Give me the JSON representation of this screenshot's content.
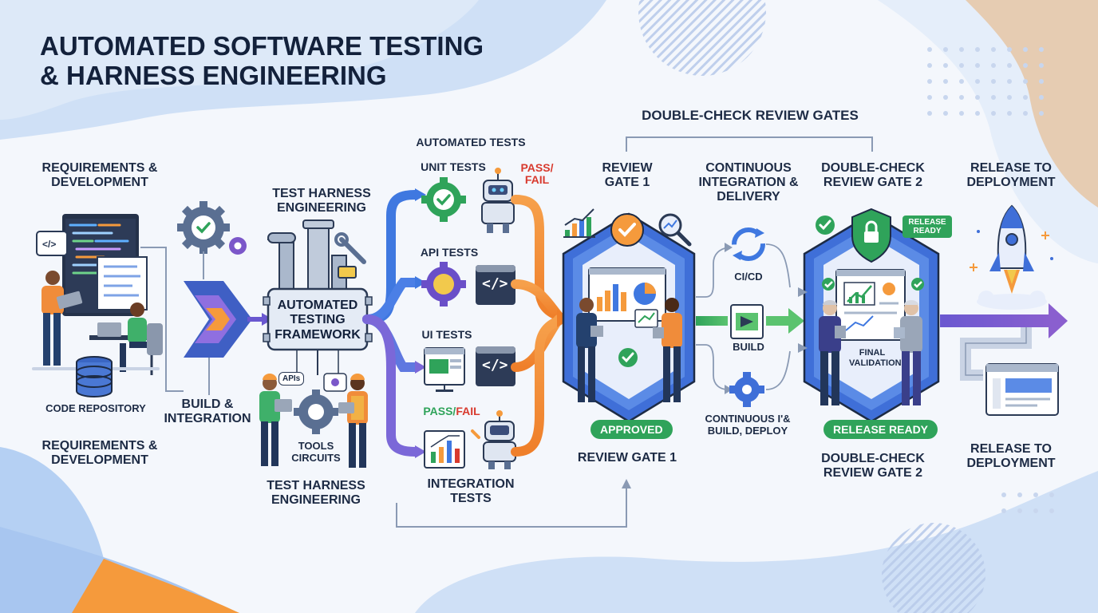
{
  "title": {
    "line1": "AUTOMATED SOFTWARE TESTING",
    "line2": "& HARNESS ENGINEERING"
  },
  "requirements": {
    "top_label": "REQUIREMENTS & DEVELOPMENT",
    "bottom_label": "REQUIREMENTS & DEVELOPMENT",
    "repo_label": "CODE REPOSITORY",
    "code_glyph": "</>"
  },
  "build": {
    "label": "BUILD & INTEGRATION"
  },
  "harness": {
    "top_label": "TEST HARNESS ENGINEERING",
    "framework_label": "AUTOMATED TESTING FRAMEWORK",
    "apis_chip": "APIs",
    "tools_label": "TOOLS CIRCUITS",
    "bottom_label": "TEST HARNESS ENGINEERING"
  },
  "tests": {
    "header": "AUTOMATED TESTS",
    "unit": "UNIT TESTS",
    "api": "API TESTS",
    "ui": "UI TESTS",
    "integration": "INTEGRATION TESTS",
    "pass_fail_top": {
      "pass": "PASS/",
      "fail": "FAIL"
    },
    "pass_fail_bottom": {
      "pass": "PASS/",
      "fail": "FAIL"
    },
    "code_glyph": "</>"
  },
  "gate1": {
    "top_label": "REVIEW GATE 1",
    "badge": "APPROVED",
    "bottom_label": "REVIEW GATE 1"
  },
  "review_gates_header": "DOUBLE-CHECK REVIEW GATES",
  "ci": {
    "top_label": "CONTINUOUS INTEGRATION & DELIVERY",
    "cicd": "CI/CD",
    "build": "BUILD",
    "bottom_label": "CONTINUOUS I'& BUILD, DEPLOY"
  },
  "gate2": {
    "top_label": "DOUBLE-CHECK REVIEW GATE 2",
    "tag": "RELEASE READY",
    "final": "FINAL VALIDATION",
    "badge": "RELEASE READY",
    "bottom_label": "DOUBLE-CHECK REVIEW GATE 2"
  },
  "release": {
    "top_label": "RELEASE TO DEPLOYMENT",
    "bottom_label": "RELEASE TO DEPLOYMENT"
  },
  "colors": {
    "blue": "#3f6fd8",
    "purple": "#7b57c9",
    "orange": "#f59a3c",
    "green": "#2fa35a",
    "red": "#d83a2e",
    "navy": "#1d2b45"
  }
}
